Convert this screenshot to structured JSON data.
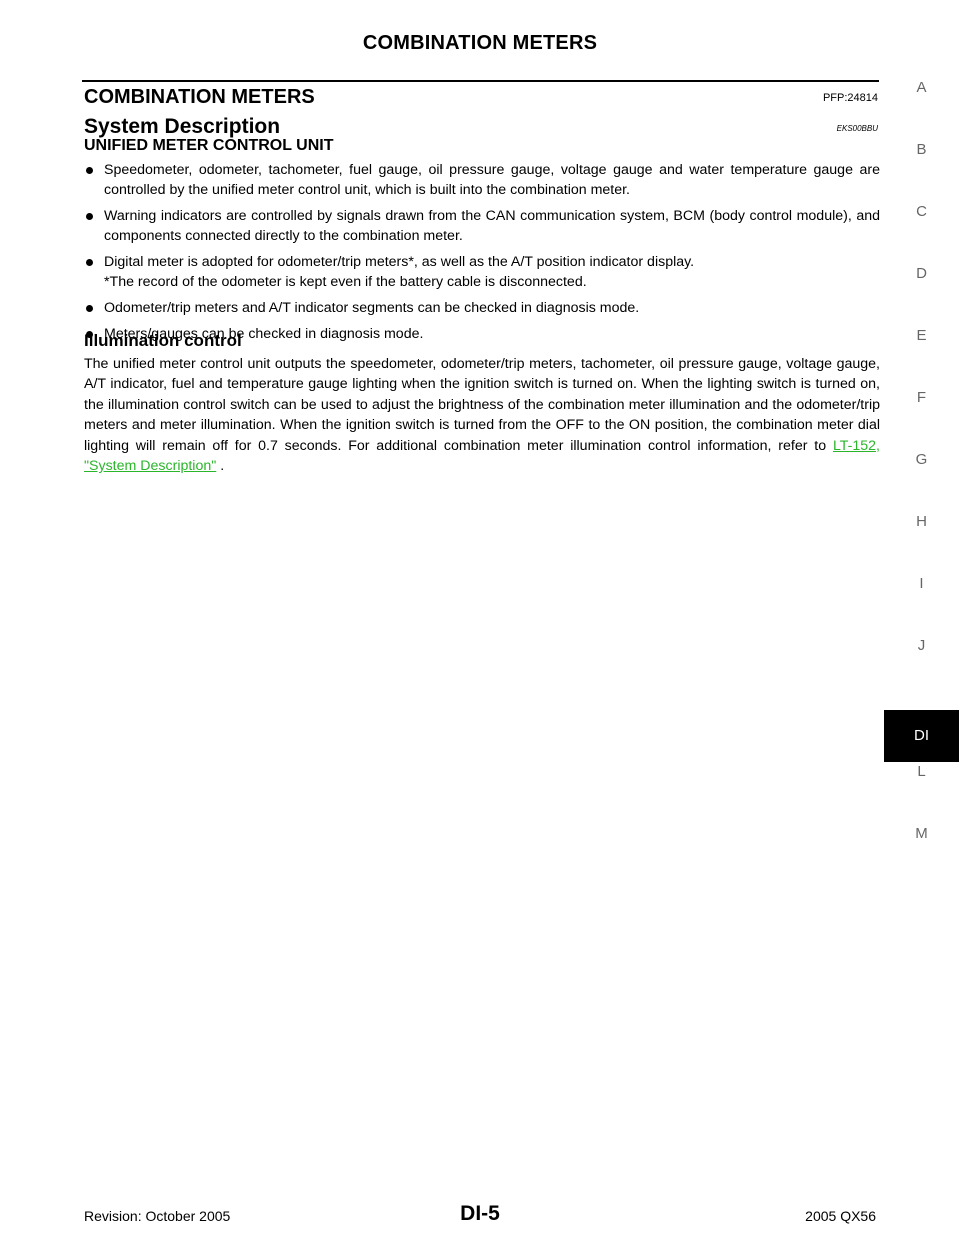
{
  "header": {
    "title": "COMBINATION METERS"
  },
  "section": {
    "title": "COMBINATION METERS",
    "code": "PFP:24814"
  },
  "subsection": {
    "title": "System Description",
    "code": "EKS00BBU"
  },
  "unit_heading": "UNIFIED METER CONTROL UNIT",
  "bullets": [
    "Speedometer, odometer, tachometer, fuel gauge, oil pressure gauge, voltage gauge and water temperature gauge are controlled by the unified meter control unit, which is built into the combination meter.",
    "Warning indicators are controlled by signals drawn from the CAN communication system, BCM (body control module), and components connected directly to the combination meter.",
    "Digital meter is adopted for odometer/trip meters*, as well as the A/T position indicator display.",
    "*The record of the odometer is kept even if the battery cable is disconnected.",
    "Odometer/trip meters and A/T indicator segments can be checked in diagnosis mode.",
    "Meters/gauges can be checked in diagnosis mode."
  ],
  "illumination": {
    "heading": "Illumination control",
    "body": "The unified meter control unit outputs the speedometer, odometer/trip meters, tachometer, oil pressure gauge, voltage gauge, A/T indicator, fuel and temperature gauge lighting when the ignition switch is turned on. When the lighting switch is turned on, the illumination control switch can be used to adjust the brightness of the combination meter illumination and the odometer/trip meters and meter illumination. When the ignition switch is turned from the OFF to the ON position, the combination meter dial lighting will remain off for 0.7 seconds. For additional combination meter illumination control information, refer to",
    "link": "LT-152, \"System Description\"",
    "suffix": " ."
  },
  "side_tabs": [
    "A",
    "B",
    "C",
    "D",
    "E",
    "F",
    "G",
    "H",
    "I",
    "J",
    "DI",
    "L",
    "M"
  ],
  "active_tab": "DI",
  "footer": {
    "revision": "Revision: October 2005",
    "page": "DI-5",
    "model": "2005 QX56"
  }
}
